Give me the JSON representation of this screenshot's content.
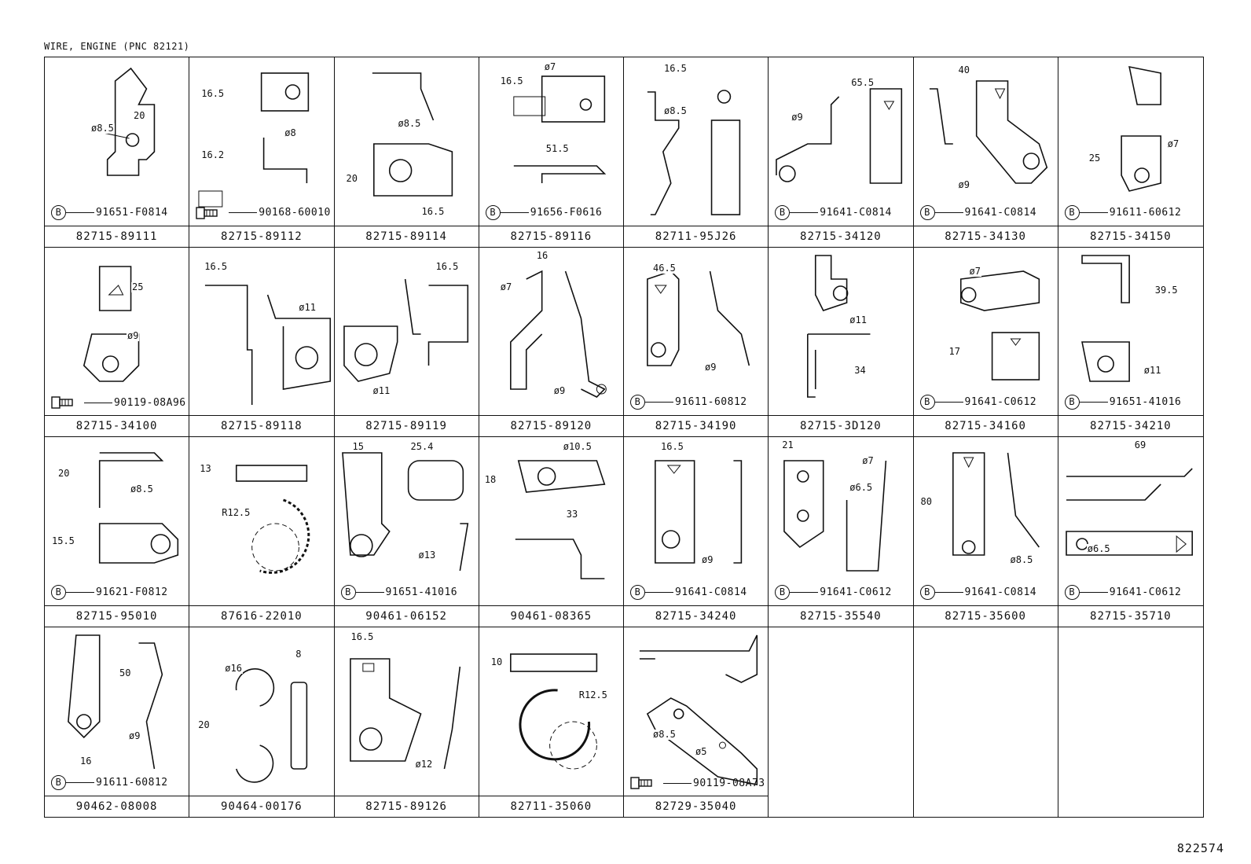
{
  "header": {
    "title": "WIRE, ENGINE (PNC 82121)"
  },
  "figure_code": "822574",
  "bolt_marker": "B",
  "cells": [
    {
      "part": "82715-89111",
      "bolt": "91651-F0814",
      "dims": [
        "20",
        "ø8.5"
      ]
    },
    {
      "part": "82715-89112",
      "bolt": "90168-60010",
      "dims": [
        "16.5",
        "ø8",
        "16.2"
      ]
    },
    {
      "part": "82715-89114",
      "bolt": "",
      "dims": [
        "ø8.5",
        "20",
        "16.5"
      ]
    },
    {
      "part": "82715-89116",
      "bolt": "91656-F0616",
      "dims": [
        "ø7",
        "16.5",
        "51.5"
      ]
    },
    {
      "part": "82711-95J26",
      "bolt": "",
      "dims": [
        "16.5",
        "ø8.5"
      ]
    },
    {
      "part": "82715-34120",
      "bolt": "91641-C0814",
      "dims": [
        "65.5",
        "ø9"
      ]
    },
    {
      "part": "82715-34130",
      "bolt": "91641-C0814",
      "dims": [
        "40",
        "ø9"
      ]
    },
    {
      "part": "82715-34150",
      "bolt": "91611-60612",
      "dims": [
        "25",
        "ø7"
      ]
    },
    {
      "part": "82715-34100",
      "bolt": "90119-08A96",
      "dims": [
        "25",
        "ø9"
      ]
    },
    {
      "part": "82715-89118",
      "bolt": "",
      "dims": [
        "16.5",
        "ø11"
      ]
    },
    {
      "part": "82715-89119",
      "bolt": "",
      "dims": [
        "16.5",
        "ø11"
      ]
    },
    {
      "part": "82715-89120",
      "bolt": "",
      "dims": [
        "16",
        "ø7",
        "ø9"
      ]
    },
    {
      "part": "82715-34190",
      "bolt": "91611-60812",
      "dims": [
        "46.5",
        "ø9"
      ]
    },
    {
      "part": "82715-3D120",
      "bolt": "",
      "dims": [
        "ø11",
        "34"
      ]
    },
    {
      "part": "82715-34160",
      "bolt": "91641-C0612",
      "dims": [
        "ø7",
        "17"
      ]
    },
    {
      "part": "82715-34210",
      "bolt": "91651-41016",
      "dims": [
        "39.5",
        "ø11"
      ]
    },
    {
      "part": "82715-95010",
      "bolt": "91621-F0812",
      "dims": [
        "20",
        "ø8.5",
        "15.5"
      ]
    },
    {
      "part": "87616-22010",
      "bolt": "",
      "dims": [
        "13",
        "R12.5"
      ]
    },
    {
      "part": "90461-06152",
      "bolt": "91651-41016",
      "dims": [
        "15",
        "25.4",
        "ø13"
      ]
    },
    {
      "part": "90461-08365",
      "bolt": "",
      "dims": [
        "ø10.5",
        "18",
        "33"
      ]
    },
    {
      "part": "82715-34240",
      "bolt": "91641-C0814",
      "dims": [
        "16.5",
        "ø9"
      ]
    },
    {
      "part": "82715-35540",
      "bolt": "91641-C0612",
      "dims": [
        "21",
        "ø7",
        "ø6.5"
      ]
    },
    {
      "part": "82715-35600",
      "bolt": "91641-C0814",
      "dims": [
        "80",
        "ø8.5"
      ]
    },
    {
      "part": "82715-35710",
      "bolt": "91641-C0612",
      "dims": [
        "69",
        "ø6.5"
      ]
    },
    {
      "part": "90462-08008",
      "bolt": "91611-60812",
      "dims": [
        "50",
        "ø9",
        "16"
      ]
    },
    {
      "part": "90464-00176",
      "bolt": "",
      "dims": [
        "ø16",
        "8",
        "20"
      ]
    },
    {
      "part": "82715-89126",
      "bolt": "",
      "dims": [
        "16.5",
        "ø12"
      ]
    },
    {
      "part": "82711-35060",
      "bolt": "",
      "dims": [
        "10",
        "R12.5"
      ]
    },
    {
      "part": "82729-35040",
      "bolt": "90119-08A73",
      "dims": [
        "ø8.5",
        "ø5"
      ]
    },
    {
      "part": "",
      "bolt": "",
      "dims": []
    },
    {
      "part": "",
      "bolt": "",
      "dims": []
    },
    {
      "part": "",
      "bolt": "",
      "dims": []
    }
  ]
}
